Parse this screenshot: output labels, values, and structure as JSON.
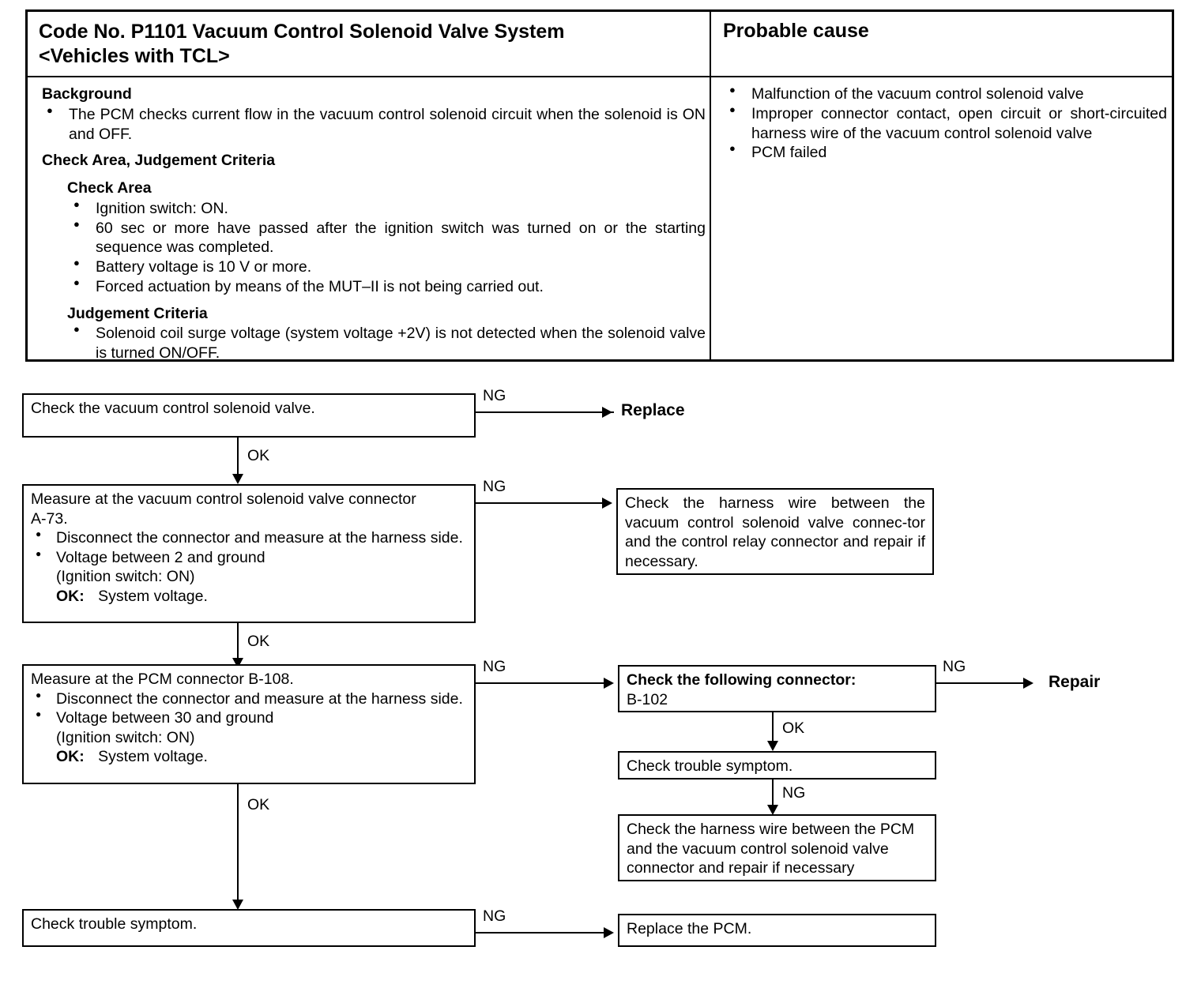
{
  "table": {
    "header_left_line1": "Code No. P1101 Vacuum Control Solenoid Valve System",
    "header_left_line2": "<Vehicles with TCL>",
    "header_right": "Probable cause",
    "background_heading": "Background",
    "background_items": [
      "The PCM checks current flow in the vacuum control solenoid circuit when the solenoid is ON and OFF."
    ],
    "criteria_heading": "Check Area, Judgement Criteria",
    "check_area_heading": "Check Area",
    "check_area_items": [
      "Ignition switch: ON.",
      "60 sec or more have passed after the ignition switch was turned on or the starting sequence was completed.",
      "Battery voltage is 10 V or more.",
      "Forced actuation by means of the MUT–II is not being carried out."
    ],
    "judgement_heading": "Judgement Criteria",
    "judgement_items": [
      "Solenoid coil surge voltage (system voltage +2V) is not detected when the solenoid valve is turned ON/OFF."
    ],
    "probable_cause_items": [
      "Malfunction of the vacuum control solenoid valve",
      "Improper connector contact, open circuit or short-circuited harness wire of the vacuum control solenoid valve",
      "PCM failed"
    ]
  },
  "flow": {
    "step1": {
      "text": "Check the vacuum control solenoid valve."
    },
    "step1_ng_label": "NG",
    "step1_ok_label": "OK",
    "replace_label": "Replace",
    "step2": {
      "title_line1": "Measure at the vacuum control solenoid valve  connector",
      "title_line2": "A-73.",
      "bullets": [
        "Disconnect the connector and measure at the harness side.",
        "Voltage between 2 and ground"
      ],
      "sub_line1": "(Ignition switch: ON)",
      "ok_prefix": "OK:",
      "ok_value": "System voltage."
    },
    "step2_ng_label": "NG",
    "step2_ok_label": "OK",
    "step2_ng_box": "Check the harness wire between the vacuum control solenoid valve connec-tor and the control relay connector and repair if necessary.",
    "step3": {
      "title_line1": "Measure at the PCM connector B-108.",
      "bullets": [
        "Disconnect the connector and measure at the harness side.",
        "Voltage between 30 and ground"
      ],
      "sub_line1": "(Ignition switch: ON)",
      "ok_prefix": "OK:",
      "ok_value": "System voltage."
    },
    "step3_ng_label": "NG",
    "step3_ok_label": "OK",
    "connector_box": {
      "title": "Check the following connector:",
      "value": "B-102"
    },
    "connector_ng_label": "NG",
    "connector_ok_label": "OK",
    "repair_label": "Repair",
    "trouble_symptom_right": "Check trouble symptom.",
    "trouble_symptom_right_ng_label": "NG",
    "harness_pcm_box": "Check the harness wire between the PCM and the vacuum control solenoid valve connector and repair if necessary",
    "trouble_symptom_bottom": "Check trouble symptom.",
    "bottom_ng_label": "NG",
    "replace_pcm_box": "Replace the PCM."
  }
}
